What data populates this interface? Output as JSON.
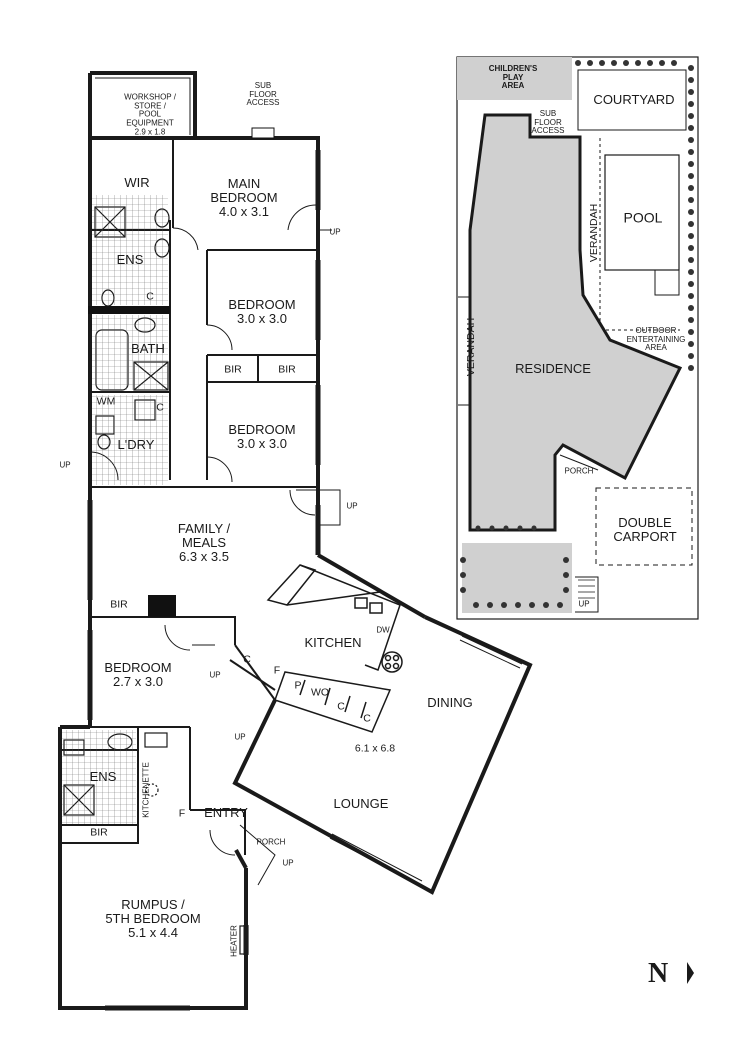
{
  "floor_plan": {
    "workshop": "WORKSHOP /\nSTORE /\nPOOL\nEQUIPMENT\n2.9 x 1.8",
    "sub_floor_access": "SUB\nFLOOR\nACCESS",
    "wir": "WIR",
    "main_bedroom": "MAIN\nBEDROOM\n4.0 x 3.1",
    "up": "UP",
    "ens": "ENS",
    "c": "C",
    "bedroom_2": "BEDROOM\n3.0 x 3.0",
    "bath": "BATH",
    "bir": "BIR",
    "bedroom_3": "BEDROOM\n3.0 x 3.0",
    "wm": "WM",
    "laundry": "L'DRY",
    "family_meals": "FAMILY /\nMEALS\n6.3 x 3.5",
    "kitchen": "KITCHEN",
    "dw": "DW",
    "bedroom_4": "BEDROOM\n2.7 x 3.0",
    "f": "F",
    "p": "P",
    "wo": "WO",
    "dining": "DINING",
    "lounge_size": "6.1 x 6.8",
    "lounge": "LOUNGE",
    "kitchenette": "KITCHENETTE",
    "entry": "ENTRY",
    "porch": "PORCH",
    "rumpus": "RUMPUS /\n5TH BEDROOM\n5.1 x 4.4",
    "heater": "HEATER"
  },
  "site_plan": {
    "childrens_play_area": "CHILDREN'S\nPLAY\nAREA",
    "sub_floor_access": "SUB\nFLOOR\nACCESS",
    "courtyard": "COURTYARD",
    "pool": "POOL",
    "verandah": "VERANDAH",
    "outdoor_entertaining": "OUTDOOR\nENTERTAINING\nAREA",
    "residence": "RESIDENCE",
    "porch": "PORCH",
    "double_carport": "DOUBLE\nCARPORT",
    "up": "UP"
  },
  "compass": {
    "label": "N"
  }
}
